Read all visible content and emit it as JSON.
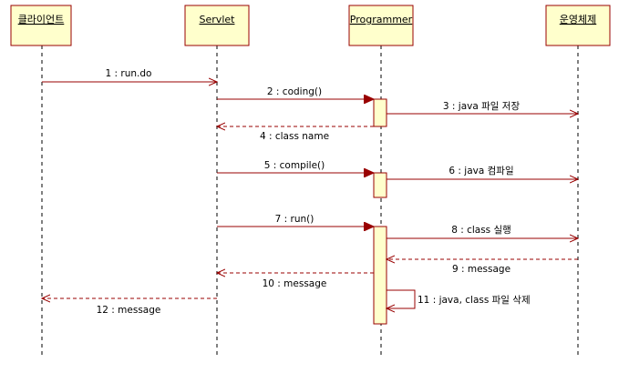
{
  "colors": {
    "box_fill": "#ffffcc",
    "line": "#990000",
    "text": "#000000"
  },
  "objects": [
    {
      "id": "client",
      "label": "클라이언트"
    },
    {
      "id": "servlet",
      "label": "Servlet"
    },
    {
      "id": "programmer",
      "label": "Programmer"
    },
    {
      "id": "os",
      "label": "운영체제"
    }
  ],
  "messages": [
    {
      "seq": 1,
      "label": "1 : run.do",
      "from": "client",
      "to": "servlet",
      "kind": "sync"
    },
    {
      "seq": 2,
      "label": "2 : coding()",
      "from": "servlet",
      "to": "programmer",
      "kind": "call"
    },
    {
      "seq": 3,
      "label": "3 : java 파일 저장",
      "from": "programmer",
      "to": "os",
      "kind": "sync"
    },
    {
      "seq": 4,
      "label": "4 : class name",
      "from": "programmer",
      "to": "servlet",
      "kind": "return"
    },
    {
      "seq": 5,
      "label": "5 : compile()",
      "from": "servlet",
      "to": "programmer",
      "kind": "call"
    },
    {
      "seq": 6,
      "label": "6 : java 컴파일",
      "from": "programmer",
      "to": "os",
      "kind": "sync"
    },
    {
      "seq": 7,
      "label": "7 : run()",
      "from": "servlet",
      "to": "programmer",
      "kind": "call"
    },
    {
      "seq": 8,
      "label": "8 : class 실행",
      "from": "programmer",
      "to": "os",
      "kind": "sync"
    },
    {
      "seq": 9,
      "label": "9 : message",
      "from": "os",
      "to": "programmer",
      "kind": "return"
    },
    {
      "seq": 10,
      "label": "10 : message",
      "from": "programmer",
      "to": "servlet",
      "kind": "return"
    },
    {
      "seq": 11,
      "label": "11 : java, class 파일 삭제",
      "from": "programmer",
      "to": "programmer",
      "kind": "self"
    },
    {
      "seq": 12,
      "label": "12 : message",
      "from": "servlet",
      "to": "client",
      "kind": "return"
    }
  ]
}
